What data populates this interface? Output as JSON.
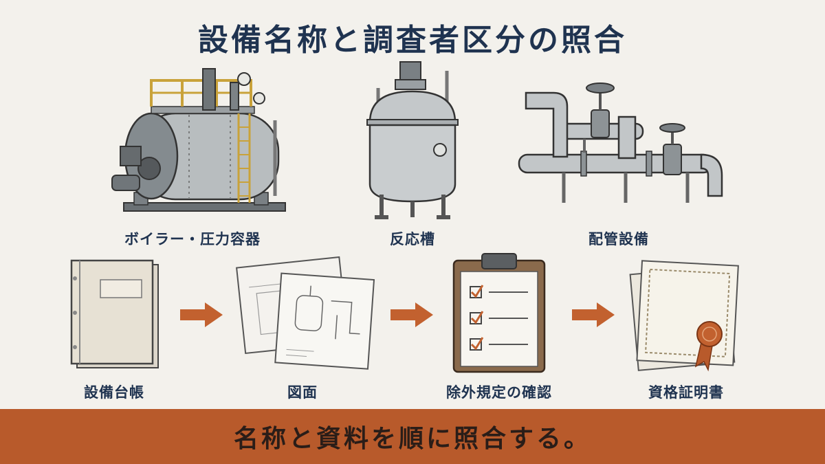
{
  "title": "設備名称と調査者区分の照合",
  "equipment": [
    {
      "label": "ボイラー・圧力容器",
      "icon": "boiler-icon"
    },
    {
      "label": "反応槽",
      "icon": "reactor-tank-icon"
    },
    {
      "label": "配管設備",
      "icon": "piping-icon"
    }
  ],
  "steps": [
    {
      "label": "設備台帳",
      "icon": "ledger-book-icon"
    },
    {
      "label": "図面",
      "icon": "drawings-icon"
    },
    {
      "label": "除外規定の確認",
      "icon": "checklist-clipboard-icon"
    },
    {
      "label": "資格証明書",
      "icon": "certificate-icon"
    }
  ],
  "footer": {
    "text": "名称と資料を順に照合する。"
  },
  "colors": {
    "title": "#1f3350",
    "arrow": "#c2612f",
    "footer_bg": "#b85a2b",
    "background": "#f3f1ec"
  }
}
